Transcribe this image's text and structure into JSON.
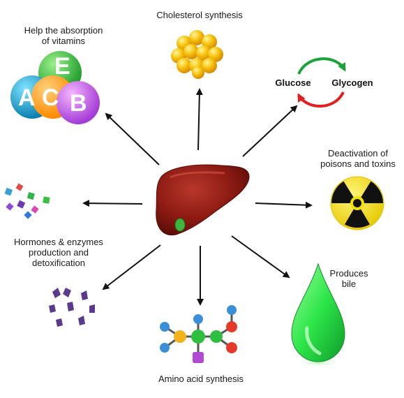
{
  "liver": {
    "functions": {
      "cholesterol": "Cholesterol synthesis",
      "vitamins_line1": "Help the absorption",
      "vitamins_line2": "of vitamins",
      "glucose": "Glucose",
      "glycogen": "Glycogen",
      "poisons_line1": "Deactivation of",
      "poisons_line2": "poisons and toxins",
      "hormones_line1": "Hormones & enzymes",
      "hormones_line2": "production and",
      "hormones_line3": "detoxification",
      "bile_line1": "Produces",
      "bile_line2": "bile",
      "amino": "Amino acid synthesis"
    },
    "vitamin_letters": {
      "a": "A",
      "c": "C",
      "e": "E",
      "b": "B"
    },
    "colors": {
      "liver": "#8b1a12",
      "gallbladder": "#3fb53f",
      "bile_drop": "#2ee64a",
      "cholesterol": "#f5b80a",
      "radiation": "#f2de0a",
      "arrow": "#111111",
      "cycle_green": "#1aa33a",
      "cycle_red": "#e02020"
    }
  }
}
